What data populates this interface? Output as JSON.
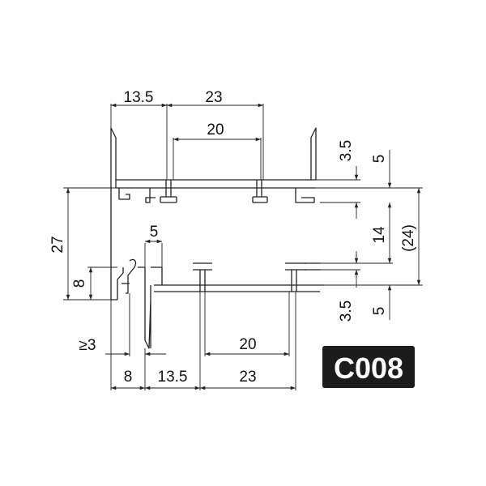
{
  "part_code": "C008",
  "badge_colors": {
    "background": "#1c1c1c",
    "text": "#ffffff"
  },
  "dimensions": {
    "top": {
      "left_width": "13.5",
      "mid_width": "23",
      "inner_span": "20"
    },
    "left": {
      "height": "27",
      "slot": "8"
    },
    "right": {
      "upper_3_5": "3.5",
      "upper_5": "5",
      "middle": "14",
      "overall": "(24)",
      "lower_3_5": "3.5",
      "lower_5": "5"
    },
    "inner": {
      "lip": "5"
    },
    "bottom": {
      "min_gap": "≥3",
      "left_width": "8",
      "mid_width": "13.5",
      "right_width": "23",
      "inner_span": "20"
    }
  }
}
